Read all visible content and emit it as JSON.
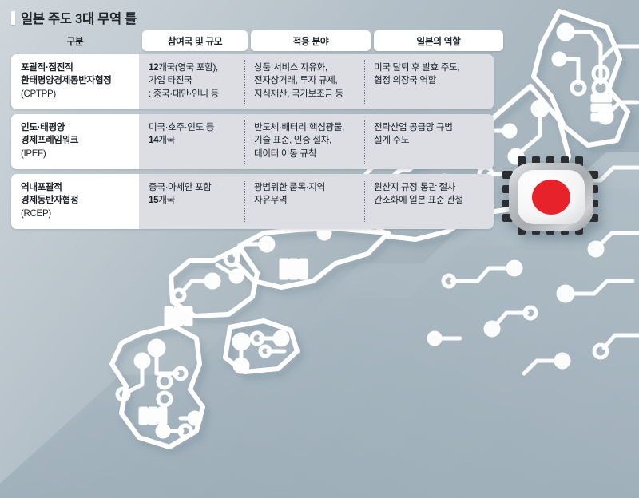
{
  "title": "일본 주도 3대 무역 틀",
  "table": {
    "headers": [
      {
        "label": "구분",
        "style": "plain"
      },
      {
        "label": "참여국 및 규모",
        "style": "tab"
      },
      {
        "label": "적용 분야",
        "style": "tab"
      },
      {
        "label": "일본의 역할",
        "style": "tab"
      }
    ],
    "rows": [
      {
        "name_lines": [
          "포괄적·점진적",
          "환태평양경제동반자협정",
          "(CPTPP)"
        ],
        "name_bold": [
          true,
          true,
          false
        ],
        "scope_lines": [
          "12개국(영국 포함),",
          "가입 타진국",
          ": 중국·대만·인니 등"
        ],
        "scope_bold": [
          false,
          false,
          false
        ],
        "scope_lead": "12",
        "fields_lines": [
          "상품·서비스 자유화,",
          "전자상거래, 투자 규제,",
          "지식재산, 국가보조금 등"
        ],
        "role_lines": [
          "미국 탈퇴 후 발효 주도,",
          "협정 의장국 역할"
        ]
      },
      {
        "name_lines": [
          "인도·태평양",
          "경제프레임워크",
          "(IPEF)"
        ],
        "name_bold": [
          true,
          true,
          false
        ],
        "scope_lines": [
          "미국·호주·인도 등",
          "14개국"
        ],
        "scope_bold": [
          false,
          true,
          false
        ],
        "scope_lead": "14",
        "fields_lines": [
          "반도체·배터리·핵심광물,",
          "기술 표준, 인증 절차,",
          "데이터 이동 규칙"
        ],
        "role_lines": [
          "전략산업 공급망 규범",
          "설계 주도"
        ]
      },
      {
        "name_lines": [
          "역내포괄적",
          "경제동반자협정",
          "(RCEP)"
        ],
        "name_bold": [
          true,
          true,
          false
        ],
        "scope_lines": [
          "중국·아세안 포함",
          "15개국"
        ],
        "scope_bold": [
          false,
          true,
          false
        ],
        "scope_lead": "15",
        "fields_lines": [
          "광범위한 품목·지역",
          "자유무역"
        ],
        "role_lines": [
          "원산지 규정·통관 절차",
          "간소화에 일본 표준 관철"
        ]
      }
    ]
  },
  "graphic": {
    "map_label": "japan-circuit-map",
    "chip_label": "japan-flag-chip",
    "flag_circle_color": "#e8202a",
    "flag_field_color": "#f7f7f7",
    "chip_bezel_color": "#b9bcc0",
    "trace_color": "#ffffff",
    "bg_top_color": "#ccd4d9",
    "bg_bottom_color": "#9aabb6"
  }
}
